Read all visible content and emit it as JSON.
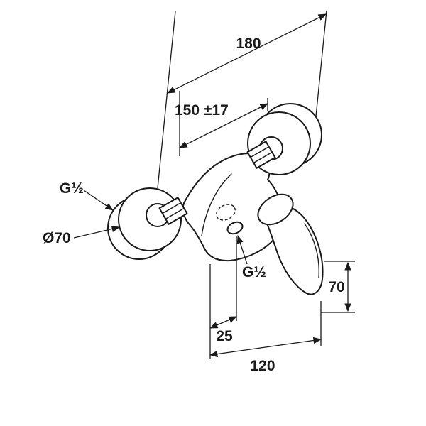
{
  "colors": {
    "background": "#ffffff",
    "ink": "#1a1a1a"
  },
  "labels": {
    "width_top": "180",
    "mount_centers": "150 ±17",
    "thread_wall": "G½",
    "escutcheon_diameter": "Ø70",
    "thread_outlet": "G½",
    "handle_height": "70",
    "outlet_offset": "25",
    "depth_bottom": "120"
  }
}
